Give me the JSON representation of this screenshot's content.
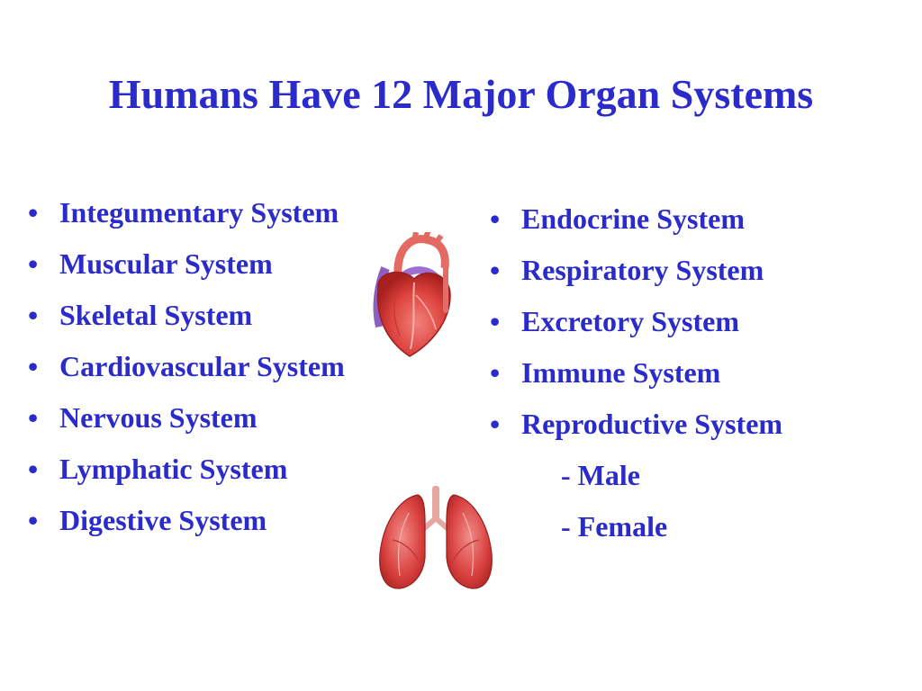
{
  "colors": {
    "text": "#2b2bcc",
    "background": "#ffffff"
  },
  "title": "Humans Have 12 Major Organ Systems",
  "bullet": "•",
  "left_list": [
    "Integumentary System",
    "Muscular System",
    "Skeletal System",
    "Cardiovascular System",
    "Nervous System",
    "Lymphatic System",
    "Digestive System"
  ],
  "right_list": [
    "Endocrine System",
    "Respiratory System",
    "Excretory System",
    "Immune System",
    "Reproductive System"
  ],
  "right_sublist": [
    "- Male",
    "- Female"
  ],
  "images": {
    "heart": "heart-illustration",
    "lungs": "lungs-illustration"
  }
}
